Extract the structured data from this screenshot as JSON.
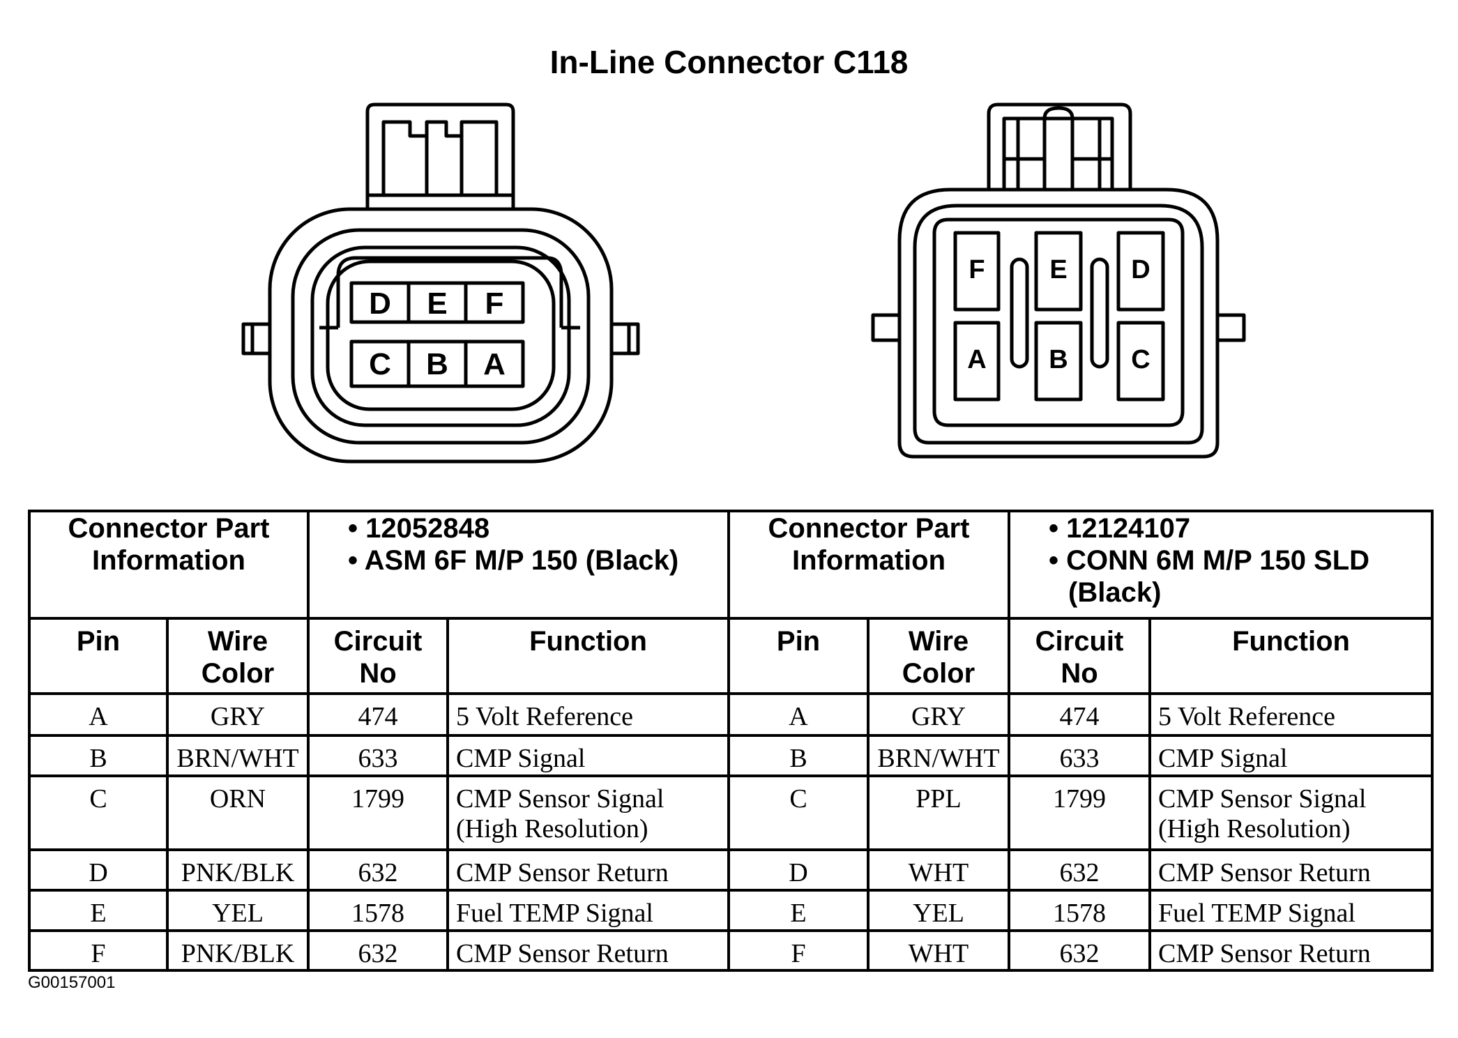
{
  "title": "In-Line Connector C118",
  "figure_id": "G00157001",
  "left_connector": {
    "pin_labels_top": [
      "D",
      "E",
      "F"
    ],
    "pin_labels_bottom": [
      "C",
      "B",
      "A"
    ]
  },
  "right_connector": {
    "pin_labels_top": [
      "F",
      "E",
      "D"
    ],
    "pin_labels_bottom": [
      "A",
      "B",
      "C"
    ]
  },
  "table": {
    "info_label": "Connector Part Information",
    "left_info": [
      "• 12052848",
      "• ASM 6F M/P 150 (Black)"
    ],
    "right_info": [
      "• 12124107",
      "• CONN 6M M/P 150 SLD",
      "(Black)"
    ],
    "headers": {
      "pin": "Pin",
      "left_pin": "Pin",
      "right_pin": "Pin",
      "wire_color": "Wire Color",
      "circuit_no": "Circuit No",
      "function": "Function"
    },
    "left_rows": [
      {
        "pin": "A",
        "wire": "GRY",
        "circuit": "474",
        "function": "5 Volt Reference"
      },
      {
        "pin": "B",
        "wire": "BRN/WHT",
        "circuit": "633",
        "function": "CMP Signal"
      },
      {
        "pin": "C",
        "wire": "ORN",
        "circuit": "1799",
        "function": "CMP Sensor Signal (High Resolution)"
      },
      {
        "pin": "D",
        "wire": "PNK/BLK",
        "circuit": "632",
        "function": "CMP Sensor Return"
      },
      {
        "pin": "E",
        "wire": "YEL",
        "circuit": "1578",
        "function": "Fuel TEMP Signal"
      },
      {
        "pin": "F",
        "wire": "PNK/BLK",
        "circuit": "632",
        "function": "CMP Sensor Return"
      }
    ],
    "right_rows": [
      {
        "pin": "A",
        "wire": "GRY",
        "circuit": "474",
        "function": "5 Volt Reference"
      },
      {
        "pin": "B",
        "wire": "BRN/WHT",
        "circuit": "633",
        "function": "CMP Signal"
      },
      {
        "pin": "C",
        "wire": "PPL",
        "circuit": "1799",
        "function": "CMP Sensor Signal (High Resolution)"
      },
      {
        "pin": "D",
        "wire": "WHT",
        "circuit": "632",
        "function": "CMP Sensor Return"
      },
      {
        "pin": "E",
        "wire": "YEL",
        "circuit": "1578",
        "function": "Fuel TEMP Signal"
      },
      {
        "pin": "F",
        "wire": "WHT",
        "circuit": "632",
        "function": "CMP Sensor Return"
      }
    ]
  }
}
